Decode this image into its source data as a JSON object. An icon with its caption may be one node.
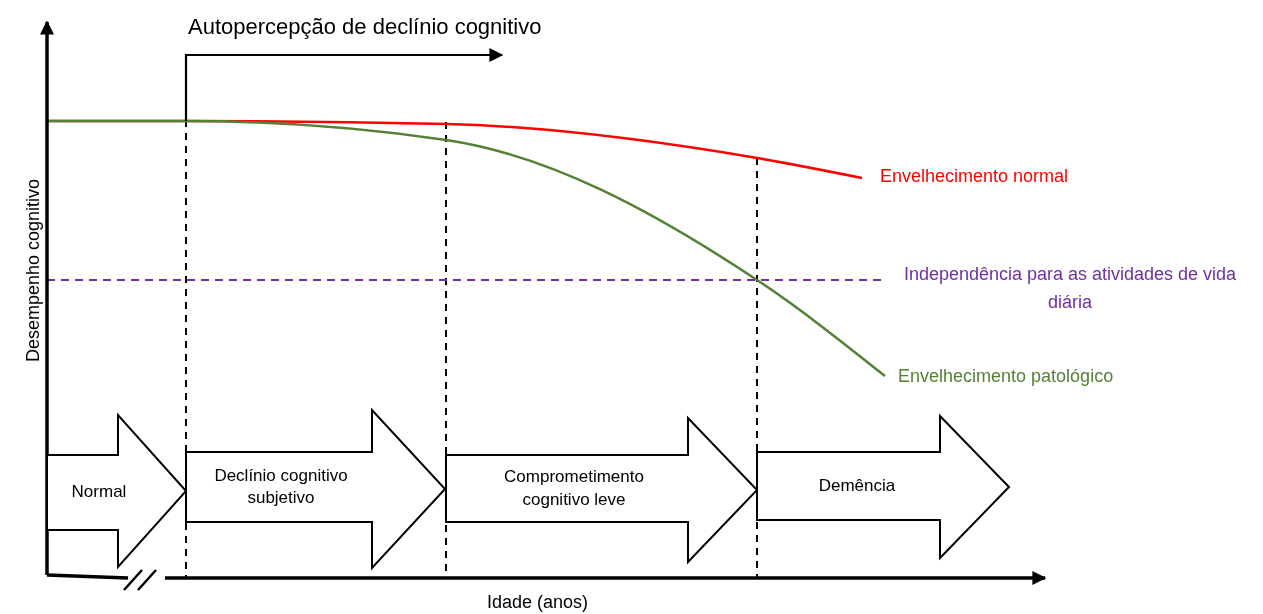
{
  "diagram": {
    "nodes": [
      {
        "text": [
          "Normal"
        ]
      },
      {
        "text": [
          "Declínio cognitivo subjetivo"
        ]
      },
      {
        "text": [
          "Comprometimento cognitivo leve"
        ]
      },
      {
        "text": [
          "Demência"
        ]
      }
    ],
    "labels": [
      "Autopercepção de declínio cognitivo",
      "Desempenho cognitivo",
      "Envelhecimento normal",
      "Independência para as atividades de vida diária",
      "Envelhecimento patológico",
      "Idade (anos)"
    ]
  }
}
